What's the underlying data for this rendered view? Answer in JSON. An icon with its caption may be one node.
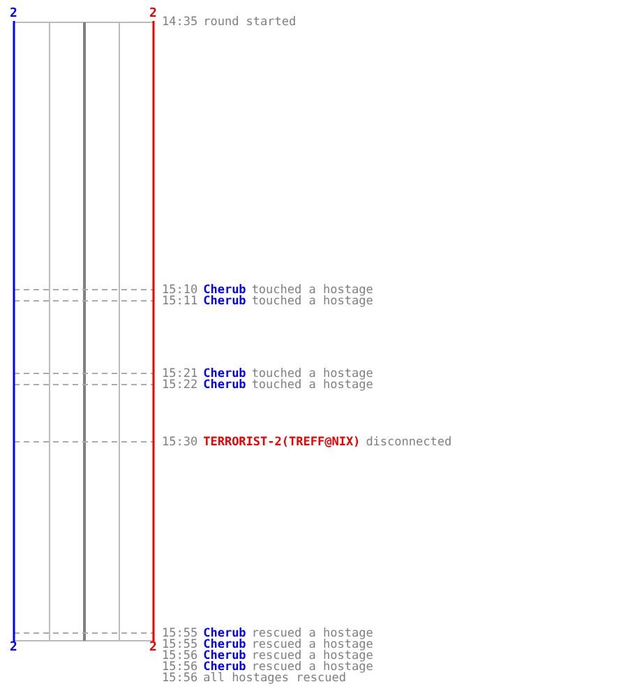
{
  "diagram": {
    "labels": [
      "2",
      "2",
      "14:35",
      "round started",
      "15:10",
      "Cherub",
      "touched a hostage",
      "15:11",
      "Cherub",
      "touched a hostage",
      "15:21",
      "Cherub",
      "touched a hostage",
      "15:22",
      "Cherub",
      "touched a hostage",
      "15:30",
      "TERRORIST-2(TREFF@NIX)",
      "disconnected",
      "2",
      "2",
      "15:55",
      "Cherub",
      "rescued a hostage",
      "15:55",
      "Cherub",
      "rescued a hostage",
      "15:56",
      "Cherub",
      "rescued a hostage",
      "15:56",
      "Cherub",
      "rescued a hostage",
      "15:56",
      "all hostages rescued"
    ]
  }
}
